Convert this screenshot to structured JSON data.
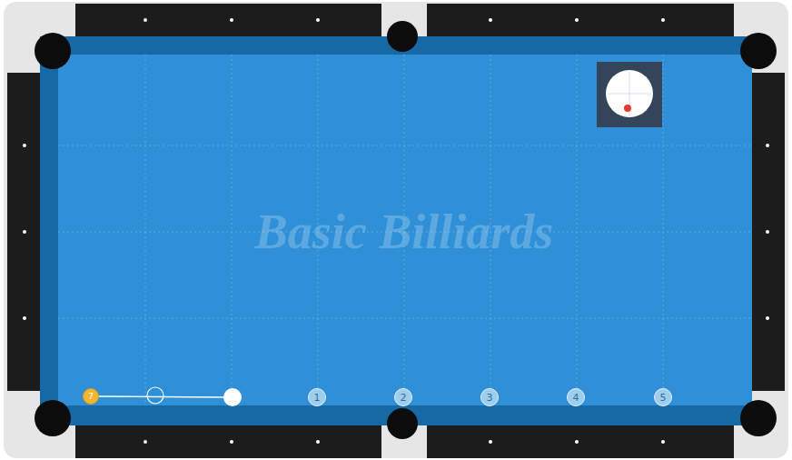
{
  "diagram": {
    "nodes": [
      {
        "text": [
          "7"
        ]
      },
      {
        "text": [
          "1"
        ]
      },
      {
        "text": [
          "2"
        ]
      },
      {
        "text": [
          "3"
        ]
      },
      {
        "text": [
          "4"
        ]
      },
      {
        "text": [
          "5"
        ]
      }
    ],
    "labels": [
      "Basic Billiards"
    ]
  }
}
